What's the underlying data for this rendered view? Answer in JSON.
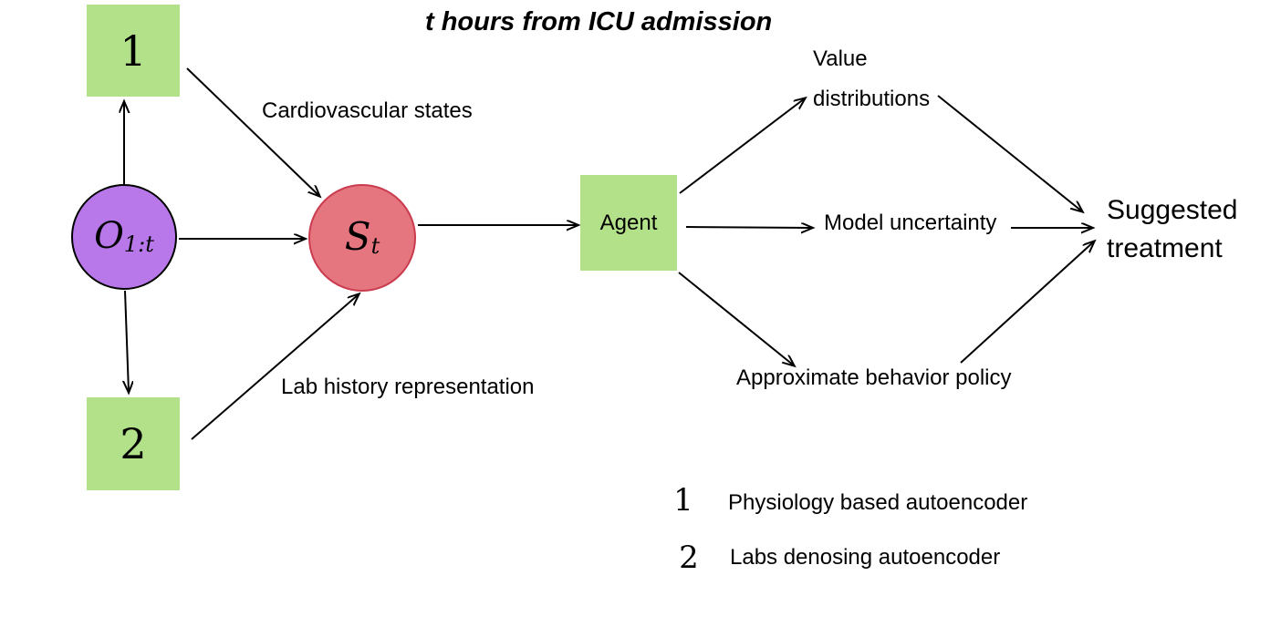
{
  "title": "t hours from ICU admission",
  "nodes": {
    "encoder1": "1",
    "encoder2": "2",
    "observations": {
      "main": "O",
      "sub": "1:t"
    },
    "state": {
      "main": "S",
      "sub": "t"
    },
    "agent": "Agent"
  },
  "edge_labels": {
    "cardiovascular": "Cardiovascular states",
    "lab_history": "Lab history representation"
  },
  "outputs": {
    "value_line1": "Value",
    "value_line2": "distributions",
    "model_uncertainty": "Model uncertainty",
    "behavior_policy": "Approximate behavior policy",
    "suggested_line1": "Suggested",
    "suggested_line2": "treatment"
  },
  "legend": [
    {
      "number": "1",
      "label": "Physiology based autoencoder"
    },
    {
      "number": "2",
      "label": "Labs denosing autoencoder"
    }
  ],
  "colors": {
    "node_green": "#b3e18a",
    "observation_purple": "#b878ea",
    "observation_border": "#000000",
    "state_red_fill": "#e57680",
    "state_red_border": "#ca3b4e",
    "arrow_black": "#000000"
  }
}
